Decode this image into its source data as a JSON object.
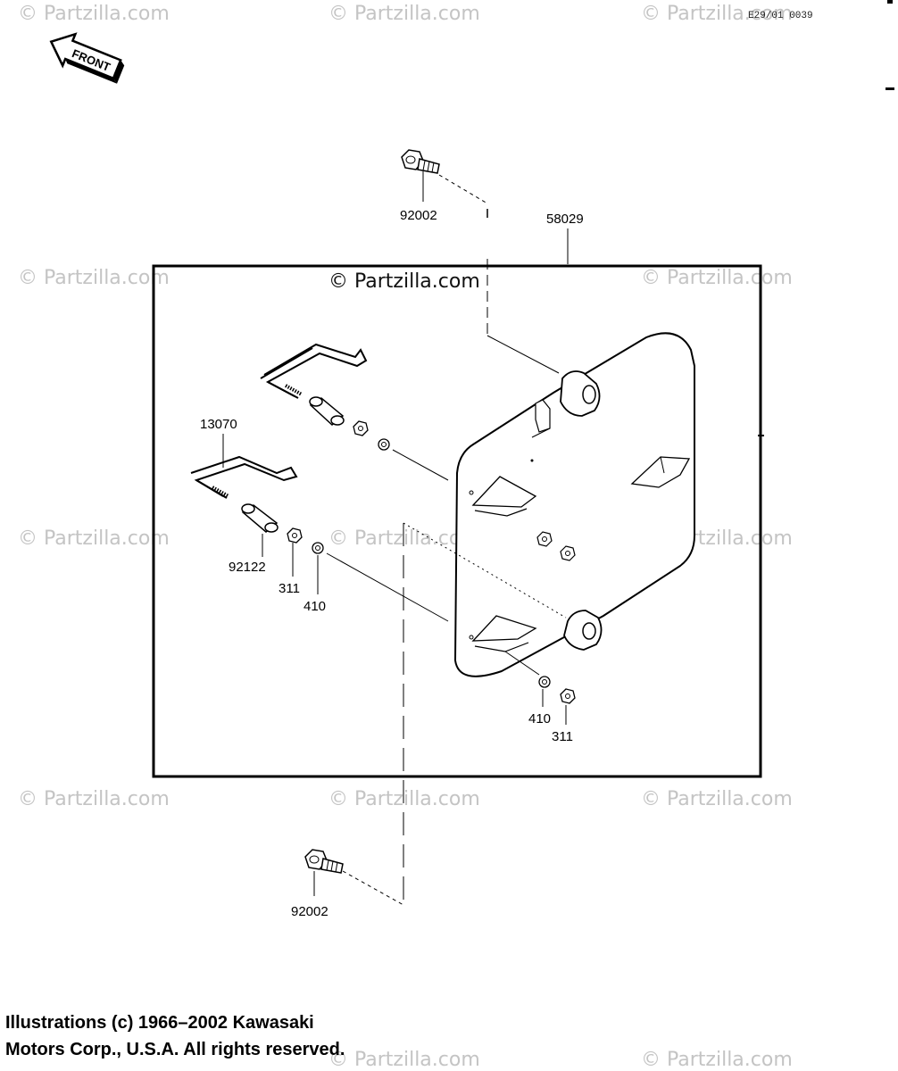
{
  "drawing_code": "E29/01 0039",
  "front_label": "FRONT",
  "watermarks": {
    "text": "© Partzilla.com",
    "center_text": "© Partzilla.com"
  },
  "parts": {
    "bolt_top": "92002",
    "plate": "58029",
    "bracket": "13070",
    "collar": "92122",
    "nut_left": "311",
    "washer_left": "410",
    "washer_right": "410",
    "nut_right": "311",
    "bolt_bottom": "92002"
  },
  "copyright": {
    "line1": "Illustrations (c) 1966–2002 Kawasaki",
    "line2": "Motors Corp., U.S.A.  All rights reserved."
  }
}
